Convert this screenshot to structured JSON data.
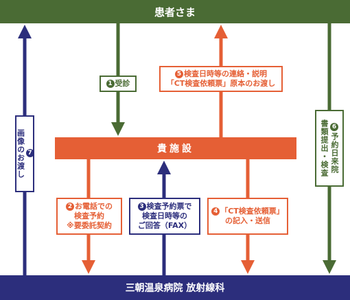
{
  "nodes": {
    "patient": "患者さま",
    "facility": "貴施設",
    "hospital": "三朝温泉病院 放射線科"
  },
  "steps": {
    "s1": {
      "num": "1",
      "lines": [
        "受診"
      ]
    },
    "s2": {
      "num": "2",
      "lines": [
        "お電話での",
        "検査予約",
        "※要委託契約"
      ]
    },
    "s3": {
      "num": "3",
      "lines": [
        "検査予約票で",
        "検査日時等の",
        "ご回答（FAX）"
      ]
    },
    "s4": {
      "num": "4",
      "lines": [
        "「CT検査依頼票」",
        "の記入・送信"
      ]
    },
    "s5": {
      "num": "5",
      "lines": [
        "検査日時等の連絡・説明",
        "「CT検査依頼票」原本のお渡し"
      ]
    },
    "s6": {
      "num": "6",
      "lines": [
        "予約日来院",
        "書類提出・検査"
      ]
    },
    "s7": {
      "num": "7",
      "lines": [
        "画像のお渡し"
      ]
    }
  },
  "colors": {
    "green": "#4a6b34",
    "orange": "#e55f35",
    "navy": "#2c2e7c"
  }
}
